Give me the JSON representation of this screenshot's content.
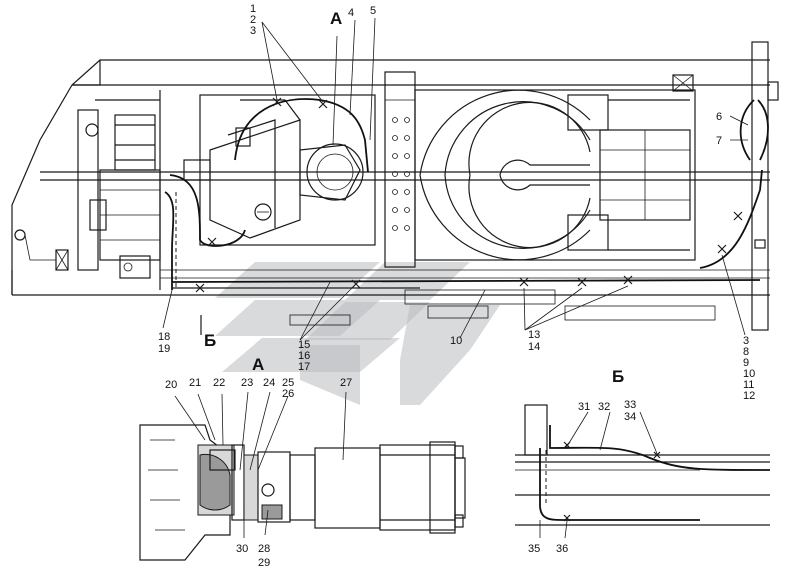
{
  "view_labels": {
    "a_top": "А",
    "b_marker": "Б",
    "a_detail": "А",
    "b_detail": "Б"
  },
  "callouts": {
    "c1": "1",
    "c2": "2",
    "c3": "3",
    "c4": "4",
    "c5": "5",
    "c6": "6",
    "c7": "7",
    "c3b": "3",
    "c8": "8",
    "c9": "9",
    "c10": "10",
    "c11": "11",
    "c12": "12",
    "c10b": "10",
    "c13": "13",
    "c14": "14",
    "c15": "15",
    "c16": "16",
    "c17": "17",
    "c18": "18",
    "c19": "19",
    "c20": "20",
    "c21": "21",
    "c22": "22",
    "c23": "23",
    "c24": "24",
    "c25": "25",
    "c26": "26",
    "c27": "27",
    "c28": "28",
    "c29": "29",
    "c30": "30",
    "c31": "31",
    "c32": "32",
    "c33": "33",
    "c34": "34",
    "c35": "35",
    "c36": "36"
  },
  "colors": {
    "line": "#1a1a1a",
    "watermark": "#b9bcbf"
  }
}
